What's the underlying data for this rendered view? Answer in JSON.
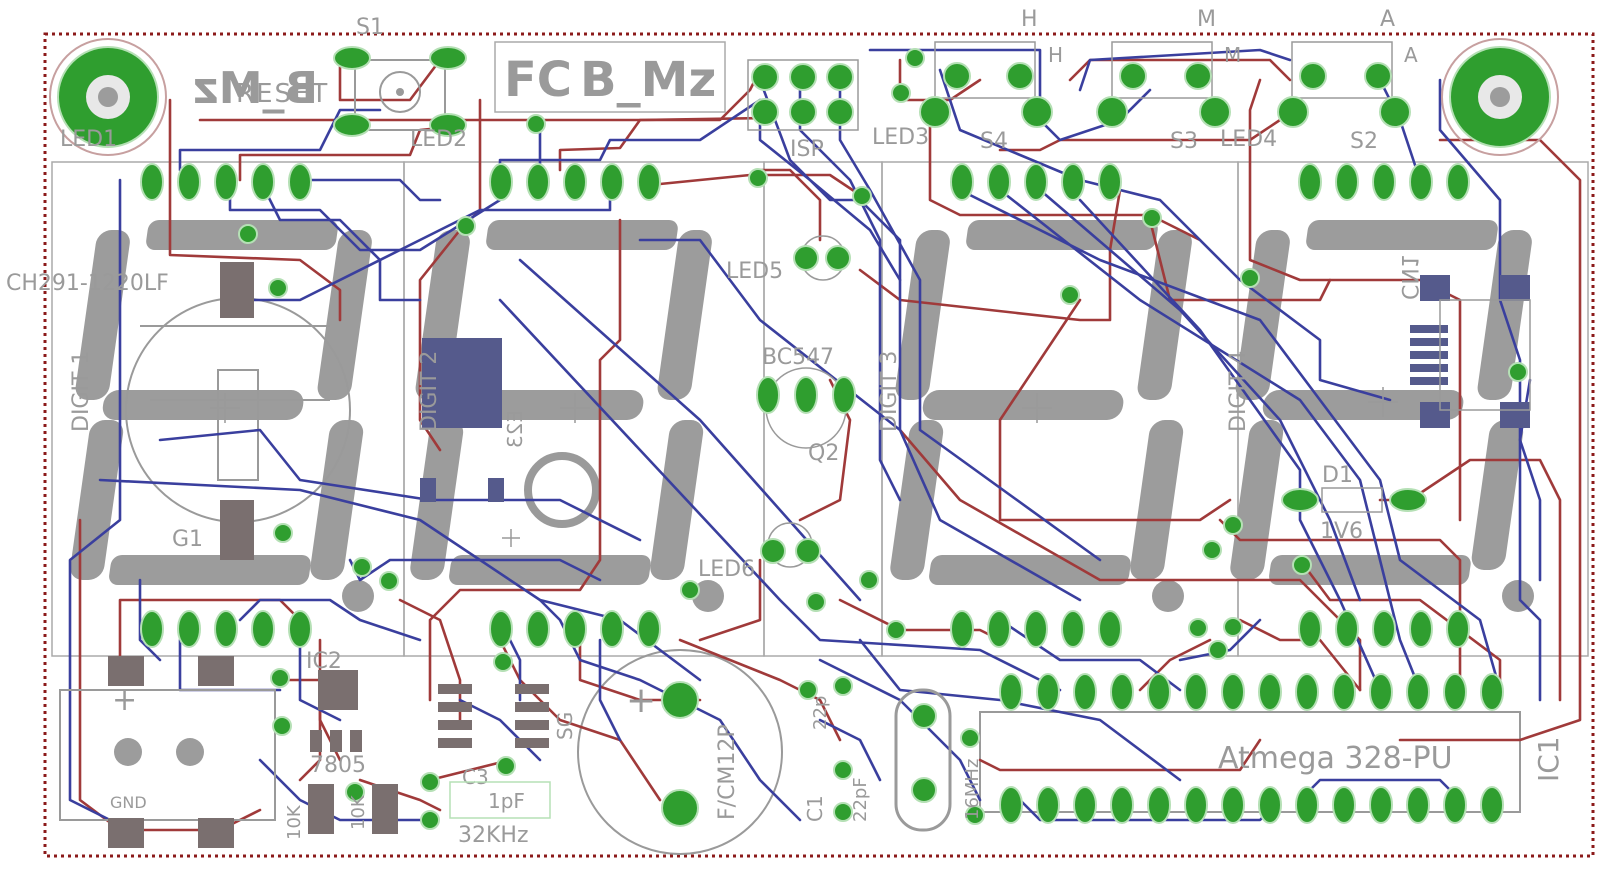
{
  "board": {
    "logo_text": "B_Mz",
    "logo_mirrored_text": "B_Mz",
    "fcc_mark": "FC",
    "colors": {
      "pad": "#2f9e2f",
      "trace_top": "#a03a3a",
      "trace_bottom": "#3a3f9e",
      "silkscreen": "#9a9a9a",
      "outline": "#8b1a1a"
    }
  },
  "labels": {
    "s1": "S1",
    "reset": "RESET",
    "h_top": "H",
    "h_side": "H",
    "m_top": "M",
    "m_side": "M",
    "a_top": "A",
    "a_side": "A",
    "led1": "LED1",
    "led2": "LED2",
    "led3": "LED3",
    "led4": "LED4",
    "led5": "LED5",
    "led6": "LED6",
    "isp": "ISP",
    "s4": "S4",
    "s3": "S3",
    "s2": "S2",
    "holder": "CH291-1220LF",
    "digit1": "DIGIT 1",
    "digit2": "DIGIT 2",
    "digit3": "DIGIT 3",
    "digit4": "DIGIT 4",
    "e23": "E23",
    "bc547": "BC547",
    "q2": "Q2",
    "cn1": "CN1",
    "d1": "D1",
    "v6": "1V6",
    "g1": "G1",
    "ic2": "IC2",
    "reg": "7805",
    "gnd": "GND",
    "r_10k": "10K",
    "r_10k_b": "10K",
    "c3": "C3",
    "sg": "SG",
    "buzzer": "F/CM12P",
    "c22": "22p",
    "c1": "C1",
    "c22b": "22pF",
    "xtal": "16MHz",
    "crystal32": "32KHz",
    "c1pf": "1pF",
    "mcu": "Atmega 328-PU",
    "ic1": "IC1"
  }
}
